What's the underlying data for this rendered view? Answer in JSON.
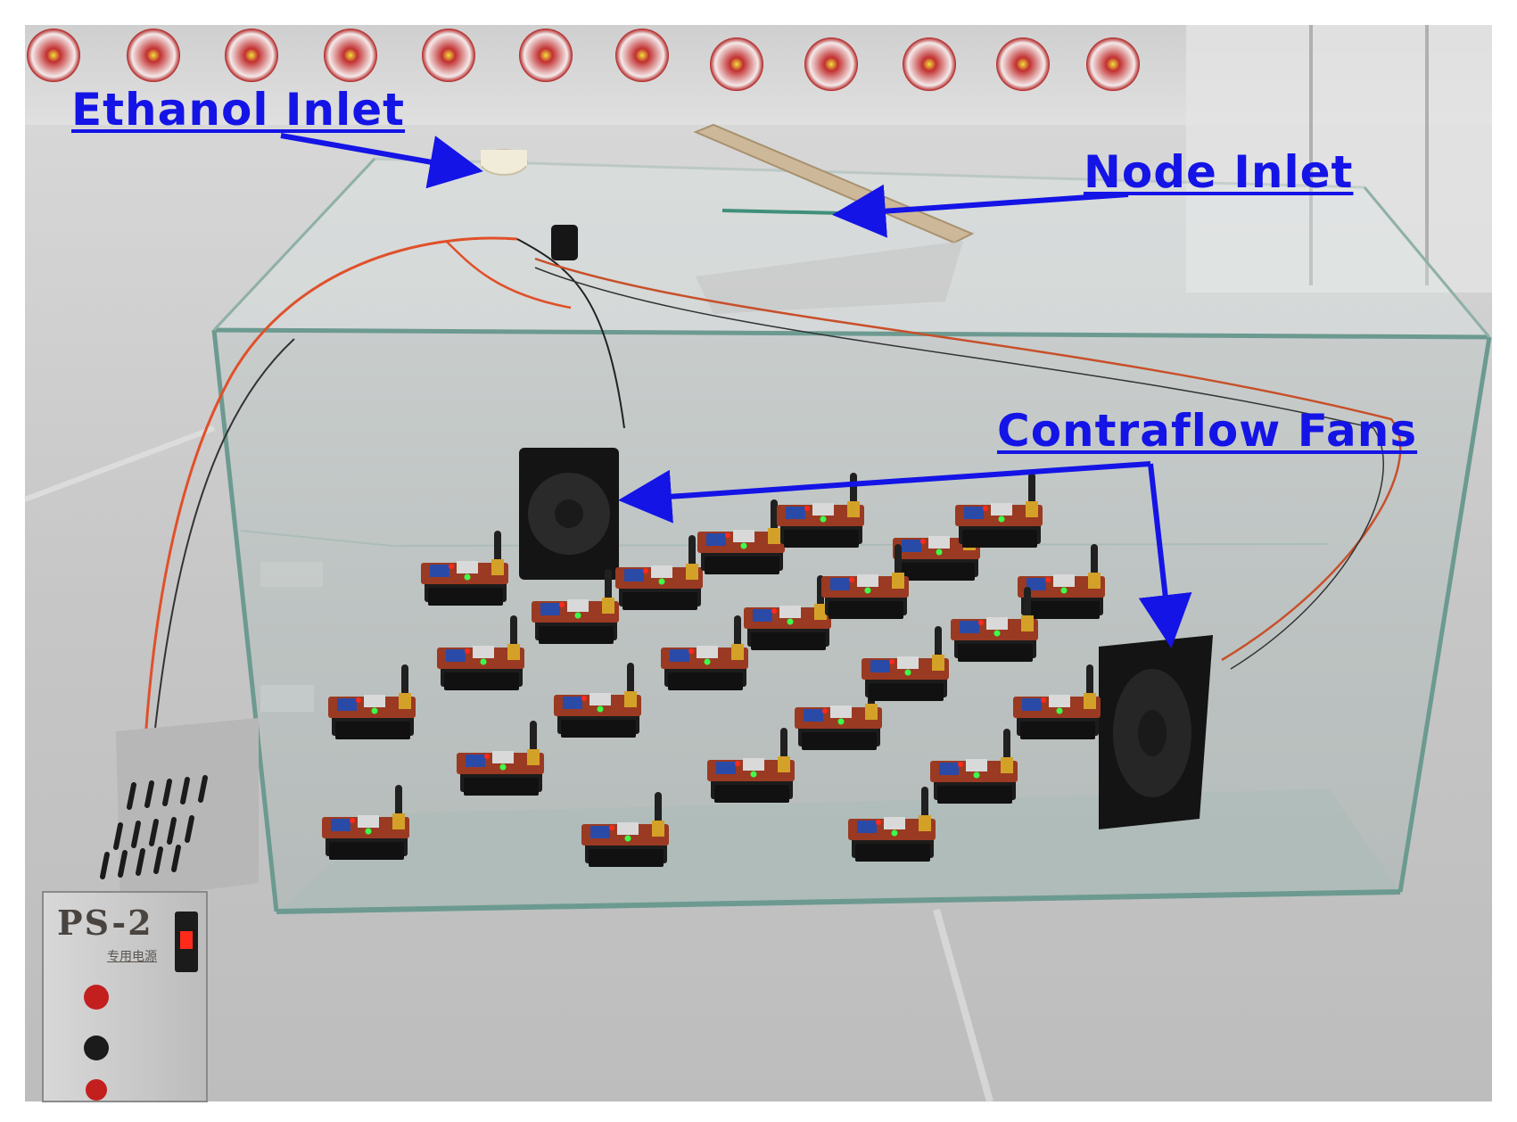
{
  "labels": {
    "ethanol_inlet": "Ethanol Inlet",
    "node_inlet": "Node Inlet",
    "contraflow_fans": "Contraflow Fans"
  },
  "power_supply": {
    "model": "PS-2",
    "subtitle": "专用电源"
  },
  "colors": {
    "annotation": "#1414e6",
    "led_red": "#ff2a1a",
    "led_green": "#3cff4a"
  }
}
